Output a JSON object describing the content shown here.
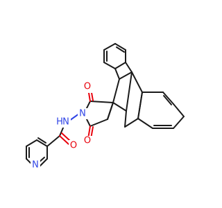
{
  "diagram": {
    "type": "chemical-structure",
    "atom_labels": {
      "o_upper": "O",
      "o_lower": "O",
      "o_amide": "O",
      "n_imide": "N",
      "n_amide": "N",
      "h_amide": "H",
      "n_pyridine": "N"
    },
    "colors": {
      "bond": "#1a1a1a",
      "oxygen": "#e8000b",
      "nitrogen": "#2f44e6",
      "background": "#ffffff"
    }
  }
}
